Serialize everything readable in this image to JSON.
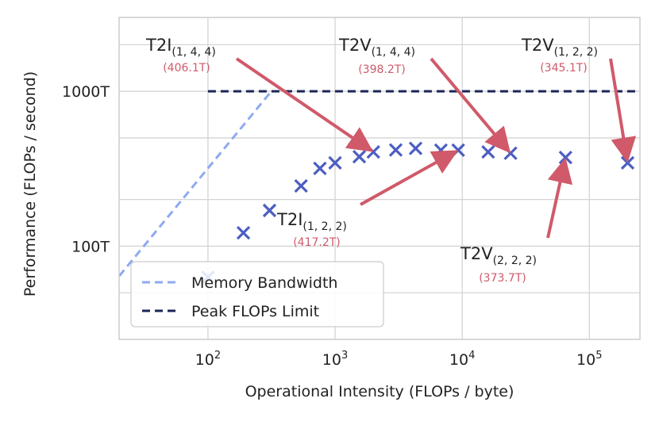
{
  "chart_data": {
    "type": "scatter",
    "title": "",
    "xlabel": "Operational Intensity (FLOPs / byte)",
    "ylabel": "Performance (FLOPs / second)",
    "x_scale": "log",
    "y_scale": "log",
    "xlim": [
      20,
      250000
    ],
    "ylim": [
      25,
      3000
    ],
    "x_ticks": [
      {
        "value": 100,
        "base": "10",
        "exp": "2"
      },
      {
        "value": 1000,
        "base": "10",
        "exp": "3"
      },
      {
        "value": 10000,
        "base": "10",
        "exp": "4"
      },
      {
        "value": 100000,
        "base": "10",
        "exp": "5"
      }
    ],
    "y_ticks": [
      {
        "value": 100,
        "label": "100T"
      },
      {
        "value": 1000,
        "label": "1000T"
      }
    ],
    "grid": true,
    "legend_position": "lower-left",
    "colors": {
      "points": "#4c5ec2",
      "memory_line": "#8eaaf0",
      "peak_line": "#1c2657",
      "annotation": "#d05a6a",
      "grid": "#d4d4d4",
      "axes": "#cccccc"
    },
    "series": [
      {
        "name": "Memory Bandwidth",
        "style": "dashed-line",
        "x": [
          20,
          315
        ],
        "y": [
          64,
          1000
        ]
      },
      {
        "name": "Peak FLOPs Limit",
        "style": "dashed-line",
        "x": [
          100,
          250000
        ],
        "y": [
          1000,
          1000
        ]
      },
      {
        "style": "x-marker",
        "points": [
          {
            "x": 100,
            "y": 63
          },
          {
            "x": 190,
            "y": 122
          },
          {
            "x": 305,
            "y": 170
          },
          {
            "x": 540,
            "y": 245
          },
          {
            "x": 760,
            "y": 318
          },
          {
            "x": 1000,
            "y": 345
          },
          {
            "x": 1550,
            "y": 378
          },
          {
            "x": 2000,
            "y": 406
          },
          {
            "x": 3000,
            "y": 418
          },
          {
            "x": 4300,
            "y": 428
          },
          {
            "x": 6800,
            "y": 417
          },
          {
            "x": 9300,
            "y": 417
          },
          {
            "x": 16000,
            "y": 406
          },
          {
            "x": 24000,
            "y": 398
          },
          {
            "x": 65000,
            "y": 374
          },
          {
            "x": 200000,
            "y": 345
          }
        ]
      }
    ],
    "annotations": [
      {
        "base": "T2I",
        "sub": "(1, 4, 4)",
        "value": "(406.1T)",
        "target": {
          "x": 2000,
          "y": 406
        }
      },
      {
        "base": "T2V",
        "sub": "(1, 4, 4)",
        "value": "(398.2T)",
        "target": {
          "x": 24000,
          "y": 398
        }
      },
      {
        "base": "T2V",
        "sub": "(1, 2, 2)",
        "value": "(345.1T)",
        "target": {
          "x": 200000,
          "y": 345
        }
      },
      {
        "base": "T2I",
        "sub": "(1, 2, 2)",
        "value": "(417.2T)",
        "target": {
          "x": 9300,
          "y": 417
        }
      },
      {
        "base": "T2V",
        "sub": "(2, 2, 2)",
        "value": "(373.7T)",
        "target": {
          "x": 65000,
          "y": 374
        }
      }
    ]
  }
}
